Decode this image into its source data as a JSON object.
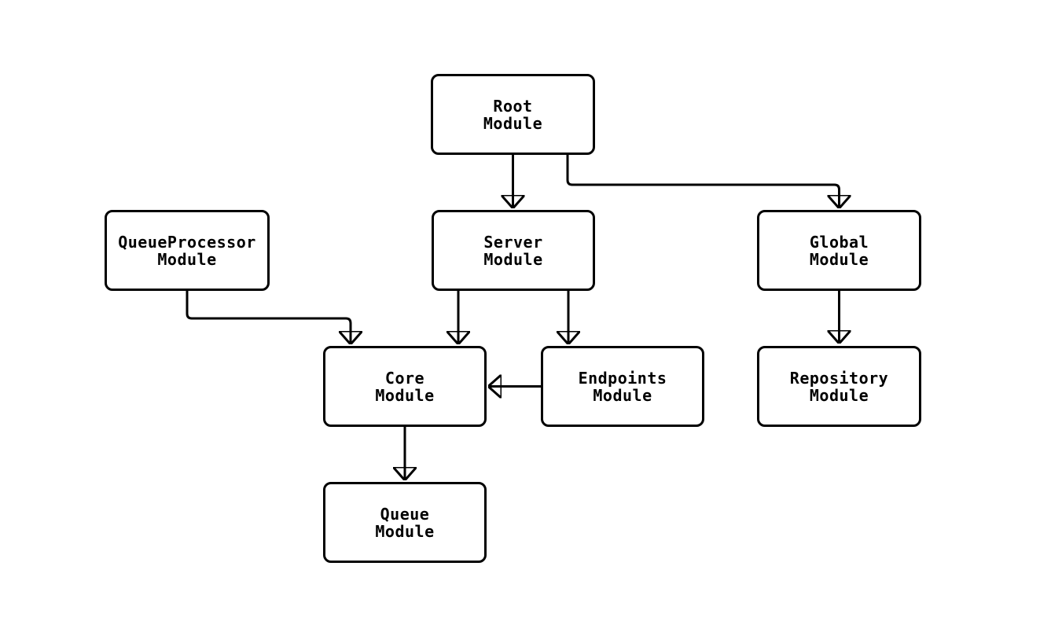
{
  "diagram": {
    "type": "module-dependency-graph",
    "colors": {
      "node_fill": "#ffffff",
      "node_border": "#000000",
      "edge_stroke": "#000000",
      "background": "#ffffff",
      "label_text": "#000000"
    },
    "nodes": [
      {
        "id": "root",
        "label": "Root\nModule"
      },
      {
        "id": "queueProcessor",
        "label": "QueueProcessor\nModule"
      },
      {
        "id": "server",
        "label": "Server\nModule"
      },
      {
        "id": "global",
        "label": "Global\nModule"
      },
      {
        "id": "core",
        "label": "Core\nModule"
      },
      {
        "id": "endpoints",
        "label": "Endpoints\nModule"
      },
      {
        "id": "repository",
        "label": "Repository\nModule"
      },
      {
        "id": "queue",
        "label": "Queue\nModule"
      }
    ],
    "edges": [
      {
        "from": "root",
        "to": "server"
      },
      {
        "from": "root",
        "to": "global"
      },
      {
        "from": "queueProcessor",
        "to": "core"
      },
      {
        "from": "server",
        "to": "core"
      },
      {
        "from": "server",
        "to": "endpoints"
      },
      {
        "from": "endpoints",
        "to": "core"
      },
      {
        "from": "global",
        "to": "repository"
      },
      {
        "from": "core",
        "to": "queue"
      }
    ]
  }
}
